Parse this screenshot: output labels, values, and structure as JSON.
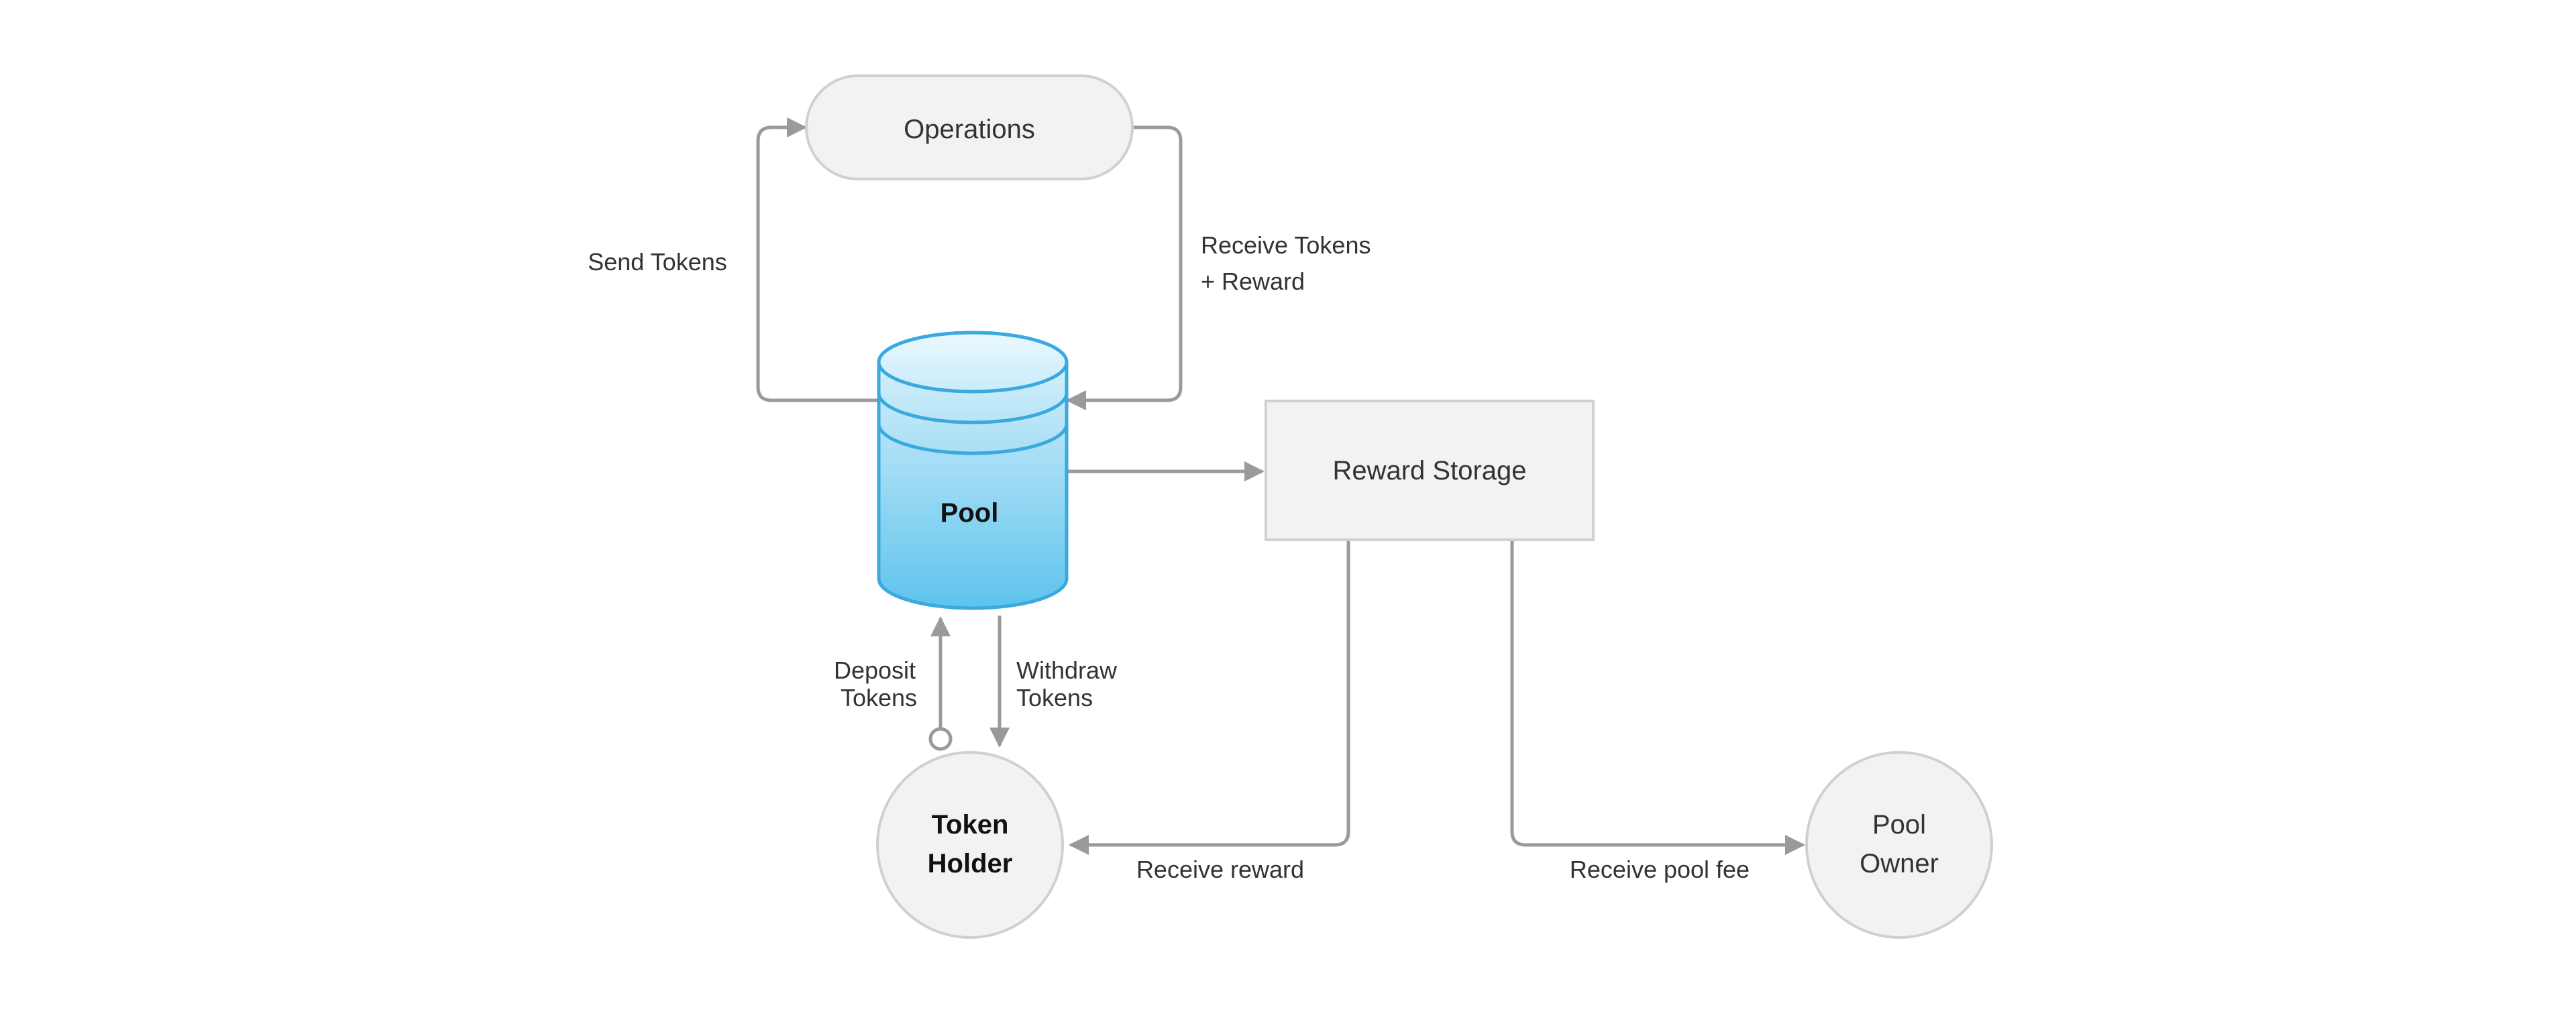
{
  "nodes": {
    "operations": "Operations",
    "pool": "Pool",
    "reward_storage": "Reward Storage",
    "token_holder": [
      "Token",
      "Holder"
    ],
    "pool_owner": [
      "Pool",
      "Owner"
    ]
  },
  "edges": {
    "send_tokens": "Send Tokens",
    "receive_tokens": [
      "Receive Tokens",
      "+ Reward"
    ],
    "deposit_tokens": [
      "Deposit",
      "Tokens"
    ],
    "withdraw_tokens": [
      "Withdraw",
      "Tokens"
    ],
    "receive_reward": "Receive reward",
    "receive_pool_fee": "Receive pool fee"
  },
  "colors": {
    "connector": "#9a9a9a",
    "node_fill": "#f2f2f2",
    "node_stroke": "#d0d0d0",
    "pool_fill_top": "#e3f5fd",
    "pool_fill_bottom": "#5ec3ec",
    "pool_stroke": "#3aa9de"
  }
}
